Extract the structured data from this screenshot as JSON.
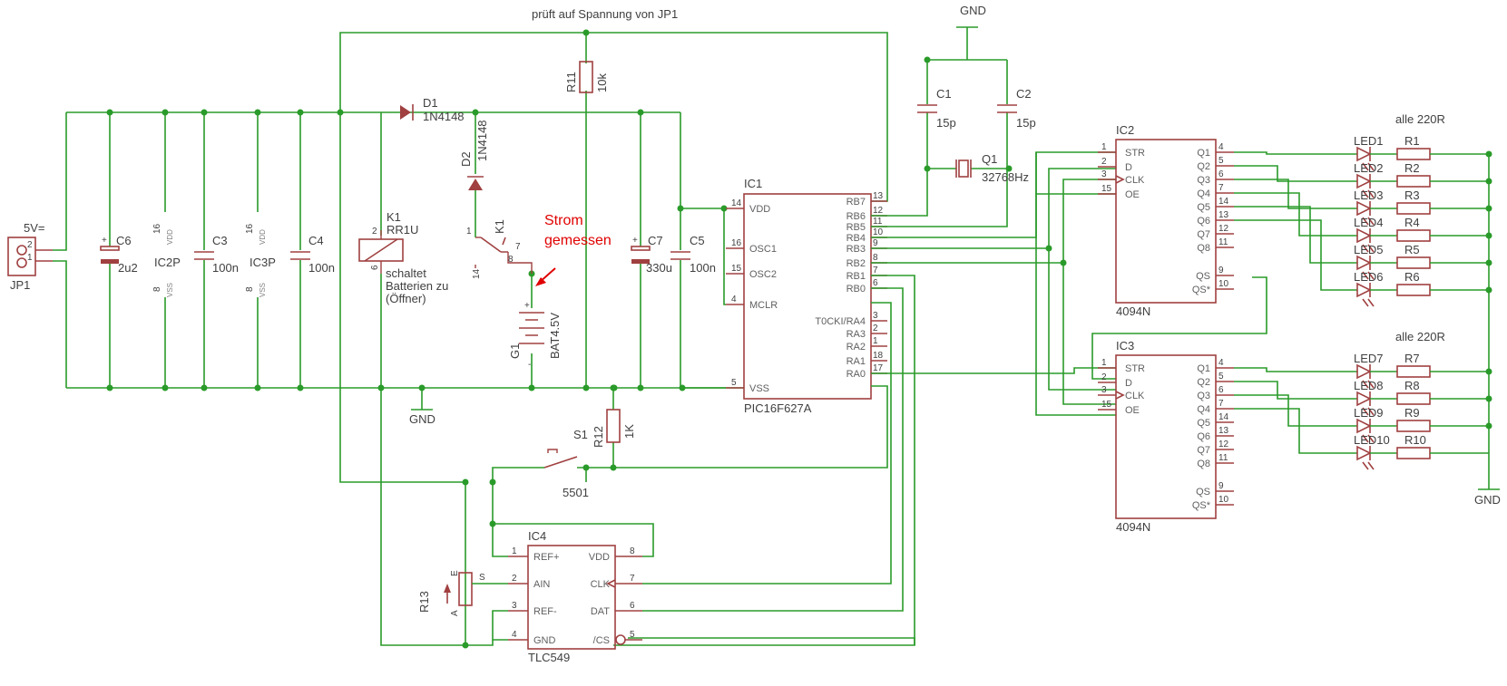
{
  "notes": {
    "top_note": "prüft auf Spannung von JP1",
    "schaltet": "schaltet",
    "batterien": "Batterien zu",
    "oeffner": "(Öffner)",
    "strom1": "Strom",
    "strom2": "gemessen",
    "alle220_a": "alle 220R",
    "alle220_b": "alle 220R"
  },
  "supply": {
    "gnd_top": "GND",
    "gnd_mid": "GND",
    "gnd_right": "GND"
  },
  "jp1": {
    "name": "JP1",
    "value": "5V=",
    "pin2": "2",
    "pin1": "1"
  },
  "c6": {
    "name": "C6",
    "value": "2u2"
  },
  "ic2p": {
    "name": "IC2P",
    "vdd": "VDD",
    "vss": "VSS",
    "pin16": "16",
    "pin8": "8"
  },
  "c3": {
    "name": "C3",
    "value": "100n"
  },
  "ic3p": {
    "name": "IC3P",
    "vdd": "VDD",
    "vss": "VSS",
    "pin16": "16",
    "pin8": "8"
  },
  "c4": {
    "name": "C4",
    "value": "100n"
  },
  "k1coil": {
    "name": "K1",
    "value": "RR1U",
    "pin2": "2",
    "pin6": "6"
  },
  "d1": {
    "name": "D1",
    "value": "1N4148"
  },
  "d2": {
    "name": "D2",
    "value": "1N4148"
  },
  "k1sw": {
    "name": "K1",
    "pin1": "1",
    "pin7": "7",
    "pin8": "8",
    "pin14": "14"
  },
  "g1": {
    "name": "G1",
    "value": "BAT4.5V"
  },
  "r11": {
    "name": "R11",
    "value": "10k"
  },
  "c7": {
    "name": "C7",
    "value": "330u"
  },
  "c5": {
    "name": "C5",
    "value": "100n"
  },
  "r12": {
    "name": "R12",
    "value": "1K"
  },
  "s1": {
    "name": "S1",
    "value": "5501"
  },
  "c1": {
    "name": "C1",
    "value": "15p"
  },
  "c2": {
    "name": "C2",
    "value": "15p"
  },
  "q1": {
    "name": "Q1",
    "value": "32768Hz"
  },
  "ic1": {
    "name": "IC1",
    "part": "PIC16F627A",
    "left_pins": [
      {
        "label": "VDD",
        "num": "14"
      },
      {
        "label": "OSC1",
        "num": "16"
      },
      {
        "label": "OSC2",
        "num": "15"
      },
      {
        "label": "MCLR",
        "num": "4"
      },
      {
        "label": "VSS",
        "num": "5"
      }
    ],
    "right_pins": [
      {
        "label": "RB7",
        "num": "13"
      },
      {
        "label": "RB6",
        "num": "12"
      },
      {
        "label": "RB5",
        "num": "11"
      },
      {
        "label": "RB4",
        "num": "10"
      },
      {
        "label": "RB3",
        "num": "9"
      },
      {
        "label": "RB2",
        "num": "8"
      },
      {
        "label": "RB1",
        "num": "7"
      },
      {
        "label": "RB0",
        "num": "6"
      },
      {
        "label": "T0CKI/RA4",
        "num": "3"
      },
      {
        "label": "RA3",
        "num": "2"
      },
      {
        "label": "RA2",
        "num": "1"
      },
      {
        "label": "RA1",
        "num": "18"
      },
      {
        "label": "RA0",
        "num": "17"
      }
    ]
  },
  "ic2": {
    "name": "IC2",
    "part": "4094N",
    "left_pins": [
      {
        "label": "STR",
        "num": "1"
      },
      {
        "label": "D",
        "num": "2"
      },
      {
        "label": "CLK",
        "num": "3"
      },
      {
        "label": "OE",
        "num": "15"
      }
    ],
    "right_pins": [
      {
        "label": "Q1",
        "num": "4"
      },
      {
        "label": "Q2",
        "num": "5"
      },
      {
        "label": "Q3",
        "num": "6"
      },
      {
        "label": "Q4",
        "num": "7"
      },
      {
        "label": "Q5",
        "num": "14"
      },
      {
        "label": "Q6",
        "num": "13"
      },
      {
        "label": "Q7",
        "num": "12"
      },
      {
        "label": "Q8",
        "num": "11"
      },
      {
        "label": "QS",
        "num": "9"
      },
      {
        "label": "QS*",
        "num": "10"
      }
    ]
  },
  "ic3": {
    "name": "IC3",
    "part": "4094N",
    "left_pins": [
      {
        "label": "STR",
        "num": "1"
      },
      {
        "label": "D",
        "num": "2"
      },
      {
        "label": "CLK",
        "num": "3"
      },
      {
        "label": "OE",
        "num": "15"
      }
    ],
    "right_pins": [
      {
        "label": "Q1",
        "num": "4"
      },
      {
        "label": "Q2",
        "num": "5"
      },
      {
        "label": "Q3",
        "num": "6"
      },
      {
        "label": "Q4",
        "num": "7"
      },
      {
        "label": "Q5",
        "num": "14"
      },
      {
        "label": "Q6",
        "num": "13"
      },
      {
        "label": "Q7",
        "num": "12"
      },
      {
        "label": "Q8",
        "num": "11"
      },
      {
        "label": "QS",
        "num": "9"
      },
      {
        "label": "QS*",
        "num": "10"
      }
    ]
  },
  "ic4": {
    "name": "IC4",
    "part": "TLC549",
    "left_pins": [
      {
        "label": "REF+",
        "num": "1"
      },
      {
        "label": "AIN",
        "num": "2"
      },
      {
        "label": "REF-",
        "num": "3"
      },
      {
        "label": "GND",
        "num": "4"
      }
    ],
    "right_pins": [
      {
        "label": "VDD",
        "num": "8"
      },
      {
        "label": "CLK",
        "num": "7"
      },
      {
        "label": "DAT",
        "num": "6"
      },
      {
        "label": "/CS",
        "num": "5"
      }
    ]
  },
  "r13": {
    "name": "R13",
    "pinA": "A",
    "pinE": "E",
    "pinS": "S"
  },
  "leds": [
    {
      "name": "LED1",
      "res": "R1"
    },
    {
      "name": "LED2",
      "res": "R2"
    },
    {
      "name": "LED3",
      "res": "R3"
    },
    {
      "name": "LED4",
      "res": "R4"
    },
    {
      "name": "LED5",
      "res": "R5"
    },
    {
      "name": "LED6",
      "res": "R6"
    },
    {
      "name": "LED7",
      "res": "R7"
    },
    {
      "name": "LED8",
      "res": "R8"
    },
    {
      "name": "LED9",
      "res": "R9"
    },
    {
      "name": "LED10",
      "res": "R10"
    }
  ]
}
